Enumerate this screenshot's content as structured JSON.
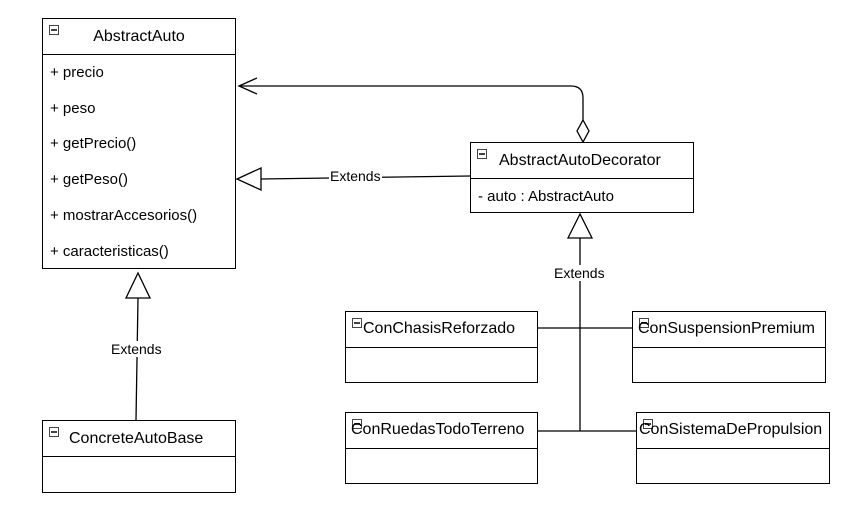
{
  "classes": {
    "abstract_auto": {
      "name": "AbstractAuto",
      "members": [
        "+ precio",
        "+ peso",
        "+ getPrecio()",
        "+ getPeso()",
        "+ mostrarAccesorios()",
        "+ caracteristicas()"
      ]
    },
    "abstract_auto_decorator": {
      "name": "AbstractAutoDecorator",
      "members": [
        "- auto : AbstractAuto"
      ]
    },
    "concrete_auto_base": {
      "name": "ConcreteAutoBase"
    },
    "con_chasis_reforzado": {
      "name": "ConChasisReforzado"
    },
    "con_suspension_premium": {
      "name": "ConSuspensionPremium"
    },
    "con_ruedas_todo_terreno": {
      "name": "ConRuedasTodoTerreno"
    },
    "con_sistema_de_propulsion": {
      "name": "ConSistemaDePropulsion"
    }
  },
  "relations": {
    "decorator_extends": "Extends",
    "base_extends": "Extends",
    "concrete_decorators_extend": "Extends"
  }
}
